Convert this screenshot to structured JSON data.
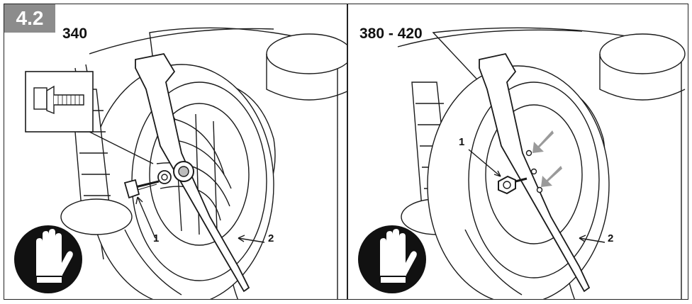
{
  "step_number": "4.2",
  "panels": [
    {
      "model": "340",
      "callouts": [
        "1",
        "2"
      ],
      "icons": [
        "glove-icon",
        "bolt-washer-detail"
      ]
    },
    {
      "model": "380 - 420",
      "callouts": [
        "1",
        "2"
      ],
      "icons": [
        "glove-icon",
        "arrow-icon",
        "arrow-icon"
      ]
    }
  ],
  "colors": {
    "line": "#1a1a1a",
    "badge": "#8c8c8c",
    "arrow": "#9a9a9a"
  }
}
